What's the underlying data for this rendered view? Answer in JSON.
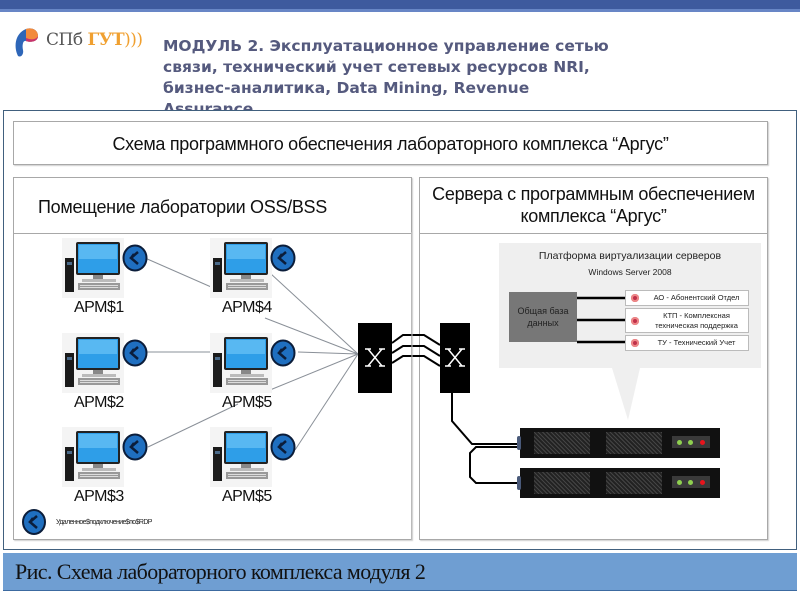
{
  "header": {
    "logo": {
      "prefix": "СПб",
      "accent": "ГУТ",
      "suffix": ")))"
    },
    "module_title": "МОДУЛЬ 2. Эксплуатационное управление сетью связи, технический учет сетевых ресурсов NRI, бизнес-аналитика, Data Mining, Revenue Assurance"
  },
  "diagram": {
    "title": "Схема программного обеспечения лабораторного комплекса “Аргус”",
    "left_panel": {
      "title": "Помещение лаборатории OSS/BSS",
      "workstations": [
        {
          "label": "АРМ$1",
          "icon": "computer-icon"
        },
        {
          "label": "АРМ$2",
          "icon": "computer-icon"
        },
        {
          "label": "АРМ$3",
          "icon": "computer-icon"
        },
        {
          "label": "АРМ$4",
          "icon": "computer-icon"
        },
        {
          "label": "АРМ$5",
          "icon": "computer-icon"
        },
        {
          "label": "АРМ$5",
          "icon": "computer-icon"
        }
      ],
      "legend": {
        "icon": "rdp-icon",
        "label": "Удаленное$подключение$по$RDP"
      }
    },
    "right_panel": {
      "title_line1": "Сервера с программным обеспечением",
      "title_line2": "комплекса “Аргус”",
      "platform": {
        "title": "Платформа виртуализации серверов",
        "subtitle": "Windows Server 2008",
        "database": {
          "line1": "Общая база",
          "line2": "данных"
        },
        "services": [
          {
            "line1": "АО - Абонентский Отдел",
            "line2": ""
          },
          {
            "line1": "КТП  - Комплексная",
            "line2": "техническая поддержка"
          },
          {
            "line1": "ТУ - Технический Учет",
            "line2": ""
          }
        ]
      },
      "servers": [
        {
          "leds": [
            "#8fd14f",
            "#8fd14f",
            "#e8141c"
          ]
        },
        {
          "leds": [
            "#8fd14f",
            "#8fd14f",
            "#e8141c"
          ]
        }
      ]
    }
  },
  "caption": "Рис. Схема лабораторного комплекса модуля 2",
  "colors": {
    "top_bar": "#3e5a9e",
    "caption_bg": "#6f9ed2",
    "title_text": "#555a7e",
    "logo_accent": "#f0a030"
  }
}
